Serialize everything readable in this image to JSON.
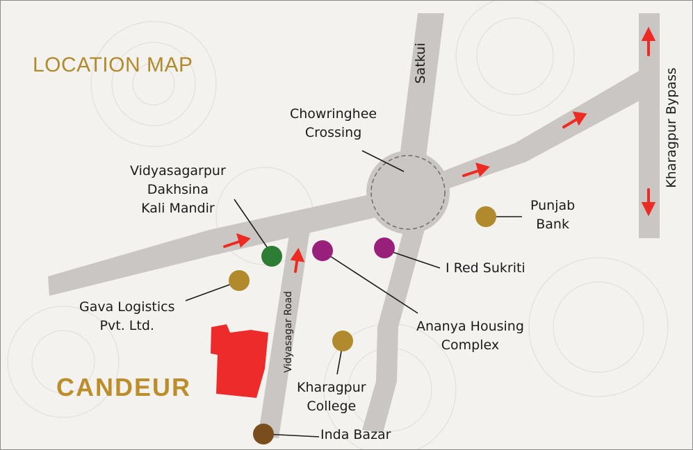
{
  "title": "LOCATION MAP",
  "brand": "CANDEUR",
  "roads": {
    "satkui": "Satkui",
    "kharagpur_bypass": "Kharagpur Bypass",
    "vidyasagar_road": "Vidyasagar Road"
  },
  "crossing": {
    "line1": "Chowringhee",
    "line2": "Crossing"
  },
  "landmarks": {
    "kali_mandir": {
      "line1": "Vidyasagarpur",
      "line2": "Dakhsina",
      "line3": "Kali Mandir"
    },
    "punjab_bank": {
      "line1": "Punjab",
      "line2": "Bank"
    },
    "red_sukriti": "I Red Sukriti",
    "ananya": {
      "line1": "Ananya Housing",
      "line2": "Complex"
    },
    "gava": {
      "line1": "Gava Logistics",
      "line2": "Pvt. Ltd."
    },
    "college": {
      "line1": "Kharagpur",
      "line2": "College"
    },
    "inda_bazar": "Inda Bazar"
  },
  "colors": {
    "road": "#c9c6c3",
    "arrow": "#ee2b22",
    "candeur_block": "#ee2b2b",
    "marker_gold": "#b08a2c",
    "marker_green": "#2e7d34",
    "marker_purple": "#99207a",
    "marker_brown": "#7a4e1c",
    "title": "#b28a2c"
  }
}
